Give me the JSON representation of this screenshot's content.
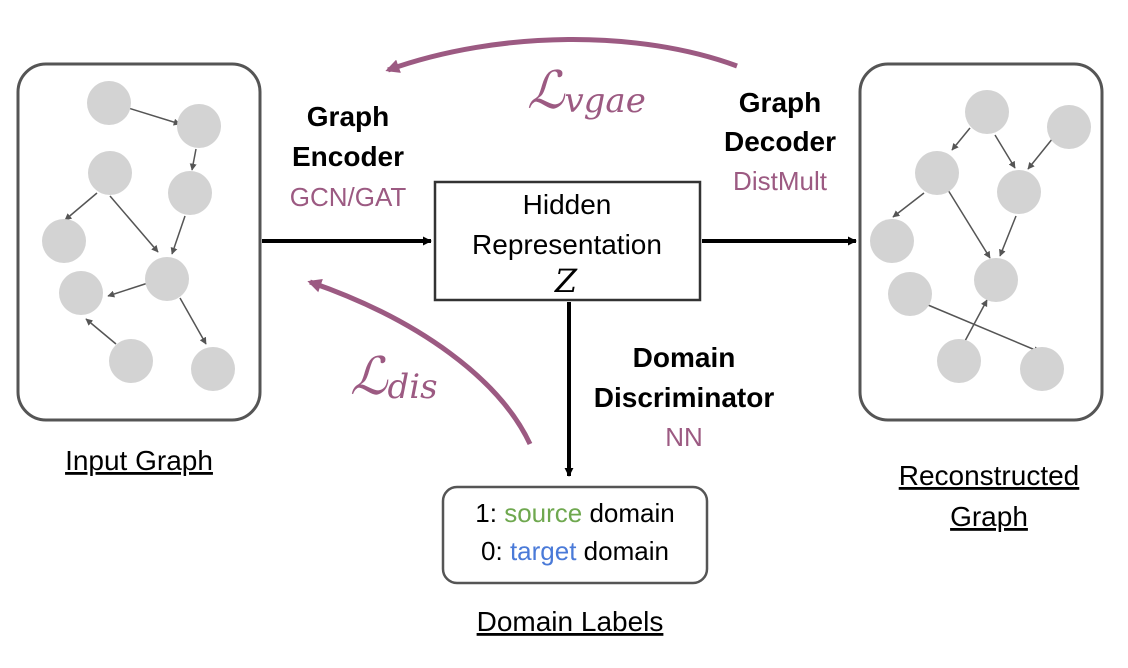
{
  "input_graph": {
    "caption": "Input Graph"
  },
  "encoder": {
    "title_line1": "Graph",
    "title_line2": "Encoder",
    "method": "GCN/GAT"
  },
  "hidden": {
    "line1": "Hidden",
    "line2": "Representation",
    "symbol": "Z"
  },
  "decoder": {
    "title_line1": "Graph",
    "title_line2": "Decoder",
    "method": "DistMult"
  },
  "reconstructed_graph": {
    "caption_line1": "Reconstructed",
    "caption_line2": "Graph"
  },
  "discriminator": {
    "title_line1": "Domain",
    "title_line2": "Discriminator",
    "method": "NN"
  },
  "domain_labels": {
    "line1_prefix": "1: ",
    "line1_word": "source",
    "line1_suffix": " domain",
    "line2_prefix": "0: ",
    "line2_word": "target",
    "line2_suffix": " domain",
    "caption": "Domain Labels"
  },
  "losses": {
    "vgae_main": "ℒ",
    "vgae_sub": "vgae",
    "dis_main": "ℒ",
    "dis_sub": "dis"
  },
  "colors": {
    "accent": "#9c5a82",
    "source": "#6fa84f",
    "target": "#4a7ad8",
    "node": "#d3d3d3",
    "frame": "#555555"
  }
}
